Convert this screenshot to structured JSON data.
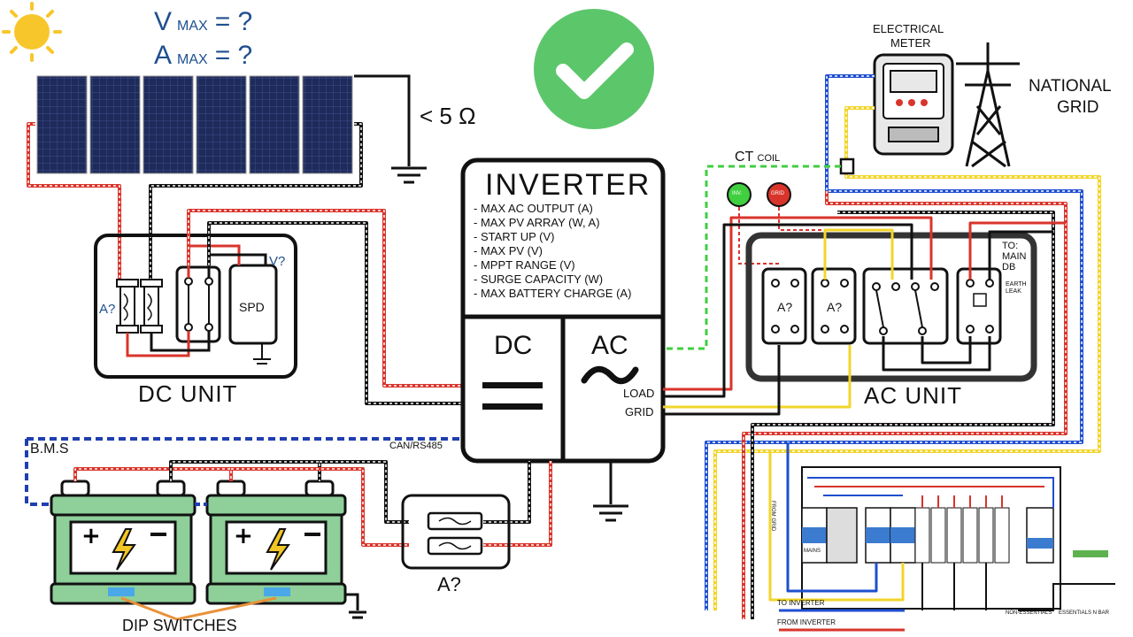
{
  "solar": {
    "vmax_label": "V",
    "vmax_sub": "MAX",
    "vmax_suffix": "= ?",
    "amax_label": "A",
    "amax_sub": "MAX",
    "amax_suffix": "= ?",
    "earth_resistance": "< 5 Ω"
  },
  "inverter": {
    "title": "INVERTER",
    "specs": [
      "- MAX AC  OUTPUT (A)",
      "- MAX PV ARRAY (W, A)",
      "- START UP (V)",
      "- MAX PV (V)",
      "- MPPT RANGE (V)",
      "- SURGE CAPACITY (W)",
      "- MAX BATTERY CHARGE (A)"
    ],
    "dc_label": "DC",
    "ac_label": "AC",
    "load_label": "LOAD",
    "grid_label": "GRID",
    "can_label": "CAN/RS485"
  },
  "dc_unit": {
    "title": "DC UNIT",
    "fuse_label": "A?",
    "spd_label": "SPD",
    "voltage_label": "V?"
  },
  "ac_unit": {
    "title": "AC UNIT",
    "breaker1_label": "A?",
    "breaker2_label": "A?",
    "to_main_db": "TO:\nMAIN\nDB",
    "earth_leak": "EARTH\nLEAK",
    "ct_coil": "CT",
    "ct_coil_sub": "COIL",
    "inv_indicator": "INV.",
    "grid_indicator": "GRID"
  },
  "meter": {
    "title_line1": "ELECTRICAL",
    "title_line2": "METER"
  },
  "national_grid": {
    "line1": "NATIONAL",
    "line2": "GRID"
  },
  "battery": {
    "bms_label": "B.M.S",
    "dip_label": "DIP SWITCHES",
    "fuse_label": "A?"
  },
  "db_board": {
    "from_grid": "FROM GRID",
    "mains": "MAINS",
    "to_inverter": "TO INVERTER",
    "from_inverter": "FROM INVERTER",
    "non_essentials": "NON-ESSENTIALS",
    "essentials": "ESSENTIALS N BAR"
  },
  "colors": {
    "red": "#d9342b",
    "black": "#111111",
    "blue": "#1f4fd0",
    "yellow": "#f2d52a",
    "green": "#3fcf3f",
    "check_green": "#5cc66b",
    "panel": "#1e2a5a",
    "battery_green": "#8ecf9a",
    "sun": "#f7c62b"
  },
  "icons": [
    "sun-icon",
    "checkmark-icon",
    "electrical-meter-icon",
    "transmission-tower-icon",
    "ground-icon",
    "battery-icon",
    "lightning-icon"
  ]
}
